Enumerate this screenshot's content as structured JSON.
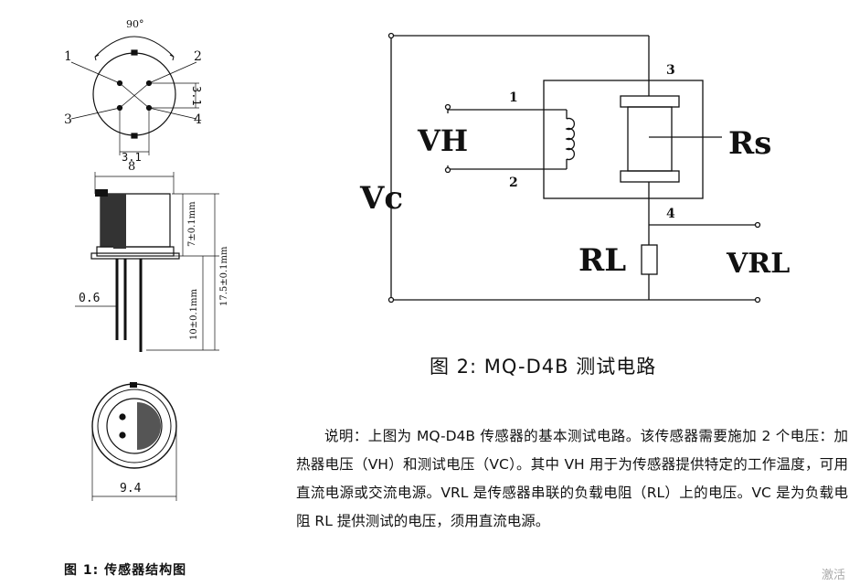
{
  "figure1": {
    "caption": "图 1:   传感器结构图",
    "angle_label": "90°",
    "pins": [
      "1",
      "2",
      "3",
      "4"
    ],
    "dim_pin_pitch_v": "3.1",
    "dim_pin_pitch_h": "3.1",
    "dim_body_width": "8",
    "dim_cap_height": "7±0.1mm",
    "dim_total_height": "17.5±0.1mm",
    "dim_lead_length": "10±0.1mm",
    "dim_lead_dia": "0.6",
    "dim_base_dia": "9.4"
  },
  "figure2": {
    "caption": "图 2:   MQ-D4B 测试电路",
    "label_vc": "Vc",
    "label_vh": "VH",
    "label_rs": "Rs",
    "label_rl": "RL",
    "label_vrl": "VRL",
    "pin1": "1",
    "pin2": "2",
    "pin3": "3",
    "pin4": "4"
  },
  "description": "说明：上图为 MQ-D4B 传感器的基本测试电路。该传感器需要施加 2 个电压：加热器电压（VH）和测试电压（VC）。其中 VH 用于为传感器提供特定的工作温度，可用直流电源或交流电源。VRL 是传感器串联的负载电阻（RL）上的电压。VC 是为负载电阻 RL 提供测试的电压，须用直流电源。",
  "watermark": "激活"
}
